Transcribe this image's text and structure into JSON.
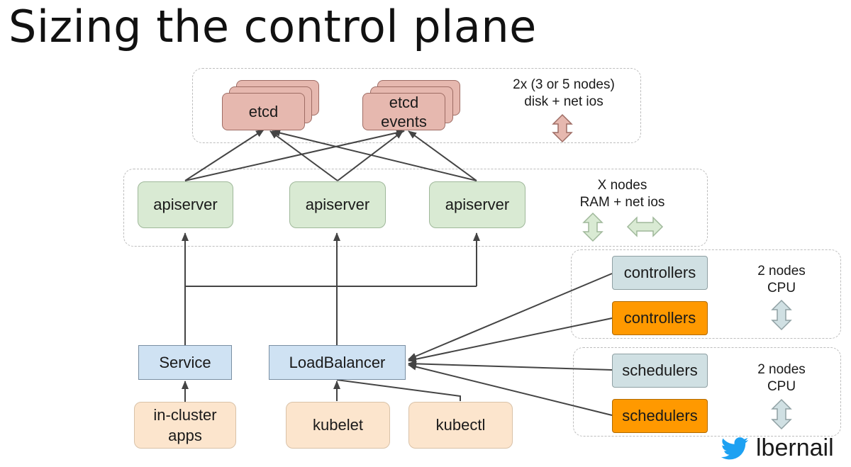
{
  "title": "Sizing the control plane",
  "etcd": {
    "main_label": "etcd",
    "events_label_line1": "etcd",
    "events_label_line2": "events",
    "note": "2x (3 or 5 nodes)\ndisk + net ios"
  },
  "apiservers": {
    "labels": [
      "apiserver",
      "apiserver",
      "apiserver"
    ],
    "note": "X nodes\nRAM + net ios"
  },
  "controllers": {
    "labels": [
      "controllers",
      "controllers"
    ],
    "note": "2 nodes\nCPU"
  },
  "schedulers": {
    "labels": [
      "schedulers",
      "schedulers"
    ],
    "note": "2 nodes\nCPU"
  },
  "entry": {
    "service": "Service",
    "loadbalancer": "LoadBalancer"
  },
  "clients": {
    "in_cluster_line1": "in-cluster",
    "in_cluster_line2": "apps",
    "kubelet": "kubelet",
    "kubectl": "kubectl"
  },
  "footer": {
    "handle": "lbernail",
    "icon": "twitter-bird-icon"
  },
  "colors": {
    "etcd_fill": "#e6b8af",
    "apiserver_fill": "#d9ead3",
    "entry_fill": "#cfe2f3",
    "client_fill": "#fce5cd",
    "standby_fill": "#d0e0e3",
    "active_fill": "#ff9900",
    "twitter_blue": "#1da1f2"
  }
}
